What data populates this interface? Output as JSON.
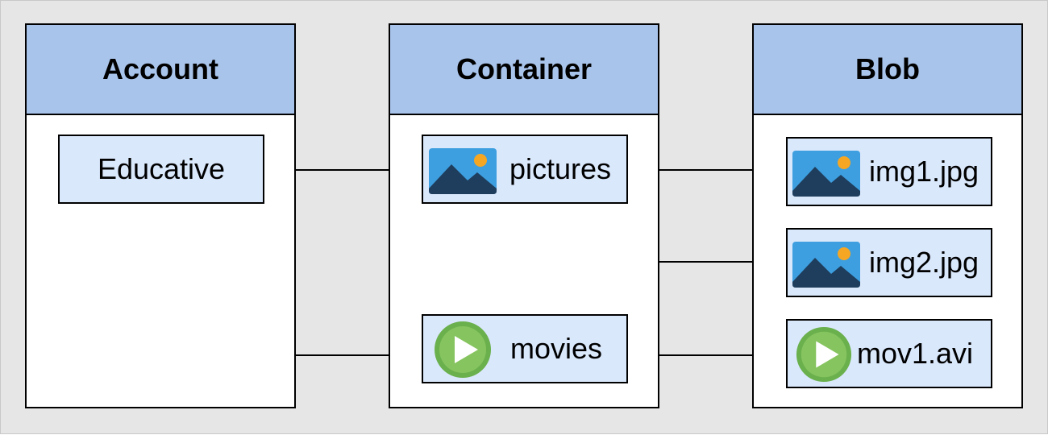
{
  "columns": [
    {
      "title": "Account"
    },
    {
      "title": "Container"
    },
    {
      "title": "Blob"
    }
  ],
  "account": {
    "label": "Educative"
  },
  "containers": [
    {
      "label": "pictures",
      "icon": "image-icon"
    },
    {
      "label": "movies",
      "icon": "play-icon"
    }
  ],
  "blobs": [
    {
      "label": "img1.jpg",
      "icon": "image-icon"
    },
    {
      "label": "img2.jpg",
      "icon": "image-icon"
    },
    {
      "label": "mov1.avi",
      "icon": "play-icon"
    }
  ],
  "colors": {
    "header_fill": "#a9c4eb",
    "node_fill": "#dae8fc",
    "background": "#e6e6e6",
    "image_sky": "#3d9fe0",
    "image_mountain": "#1f3d5c",
    "image_sun": "#f5a623",
    "play_green": "#6ab04c"
  }
}
